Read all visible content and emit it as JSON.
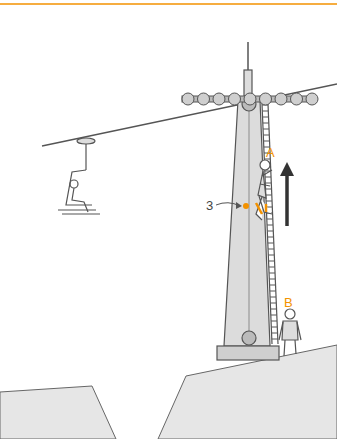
{
  "diagram": {
    "labels": [
      "3",
      "A",
      "B"
    ]
  }
}
